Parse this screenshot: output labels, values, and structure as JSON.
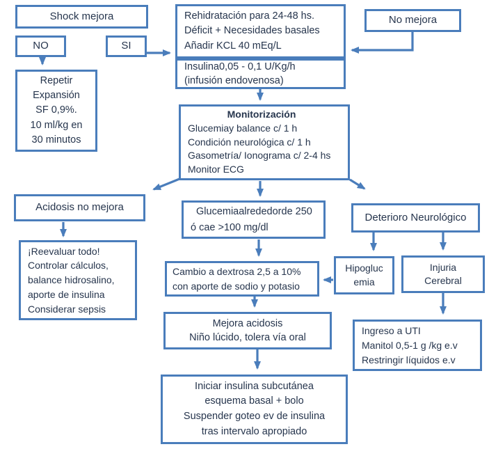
{
  "diagram": {
    "type": "flowchart",
    "language": "es",
    "colors": {
      "box_border": "#4a7dbb",
      "arrow": "#4a7dbb",
      "text": "#26354d",
      "background": "#ffffff"
    },
    "nodes": {
      "shock_mejora": {
        "lines": [
          "Shock mejora"
        ]
      },
      "no": {
        "lines": [
          "NO"
        ]
      },
      "si": {
        "lines": [
          "SI"
        ]
      },
      "rehidratacion": {
        "lines": [
          "Rehidratación para 24-48 hs.",
          "Déficit + Necesidades basales",
          "Añadir KCL 40 mEq/L"
        ]
      },
      "insulina": {
        "lines": [
          "Insulina0,05 - 0,1 U/Kg/h",
          "(infusión endovenosa)"
        ]
      },
      "no_mejora": {
        "lines": [
          "No mejora"
        ]
      },
      "repetir": {
        "lines": [
          "Repetir",
          "Expansión",
          "SF 0,9%.",
          "10 ml/kg en",
          "30 minutos"
        ]
      },
      "monitorizacion": {
        "title": "Monitorización",
        "lines": [
          "Glucemiay balance c/ 1 h",
          "Condición neurológica c/ 1 h",
          "Gasometría/ Ionograma c/ 2-4 hs",
          "Monitor ECG"
        ]
      },
      "acidosis": {
        "lines": [
          "Acidosis no mejora"
        ]
      },
      "glucemia": {
        "lines": [
          "Glucemiaalrededorde 250",
          "ó cae >100 mg/dl"
        ]
      },
      "deterioro": {
        "lines": [
          "Deterioro Neurológico"
        ]
      },
      "reevaluar": {
        "lines": [
          "¡Reevaluar todo!",
          "Controlar cálculos,",
          "balance hidrosalino,",
          "aporte de insulina",
          "Considerar sepsis"
        ]
      },
      "cambio": {
        "lines": [
          "Cambio a dextrosa 2,5 a 10%",
          "con aporte de sodio y potasio"
        ]
      },
      "hipoglucemia": {
        "lines": [
          "Hipogluc",
          "emia"
        ]
      },
      "injuria": {
        "lines": [
          "Injuria",
          "Cerebral"
        ]
      },
      "mejora": {
        "lines": [
          "Mejora acidosis",
          "Niño lúcido, tolera vía oral"
        ]
      },
      "ingreso": {
        "lines": [
          "Ingreso a UTI",
          "Manitol 0,5-1 g /kg e.v",
          "Restringir líquidos e.v"
        ]
      },
      "iniciar": {
        "lines": [
          "Iniciar insulina subcutánea",
          "esquema basal + bolo",
          "Suspender goteo ev de insulina",
          "tras intervalo apropiado"
        ]
      }
    },
    "edges": [
      {
        "from": "no",
        "to": "repetir"
      },
      {
        "from": "si",
        "to": "rehidratacion"
      },
      {
        "from": "no_mejora",
        "to": "rehidratacion"
      },
      {
        "from": "insulina",
        "to": "monitorizacion"
      },
      {
        "from": "monitorizacion",
        "to": "acidosis"
      },
      {
        "from": "monitorizacion",
        "to": "glucemia"
      },
      {
        "from": "monitorizacion",
        "to": "deterioro"
      },
      {
        "from": "acidosis",
        "to": "reevaluar"
      },
      {
        "from": "glucemia",
        "to": "cambio"
      },
      {
        "from": "deterioro",
        "to": "hipoglucemia"
      },
      {
        "from": "deterioro",
        "to": "injuria"
      },
      {
        "from": "hipoglucemia",
        "to": "cambio"
      },
      {
        "from": "cambio",
        "to": "mejora"
      },
      {
        "from": "injuria",
        "to": "ingreso"
      },
      {
        "from": "mejora",
        "to": "iniciar"
      }
    ]
  }
}
